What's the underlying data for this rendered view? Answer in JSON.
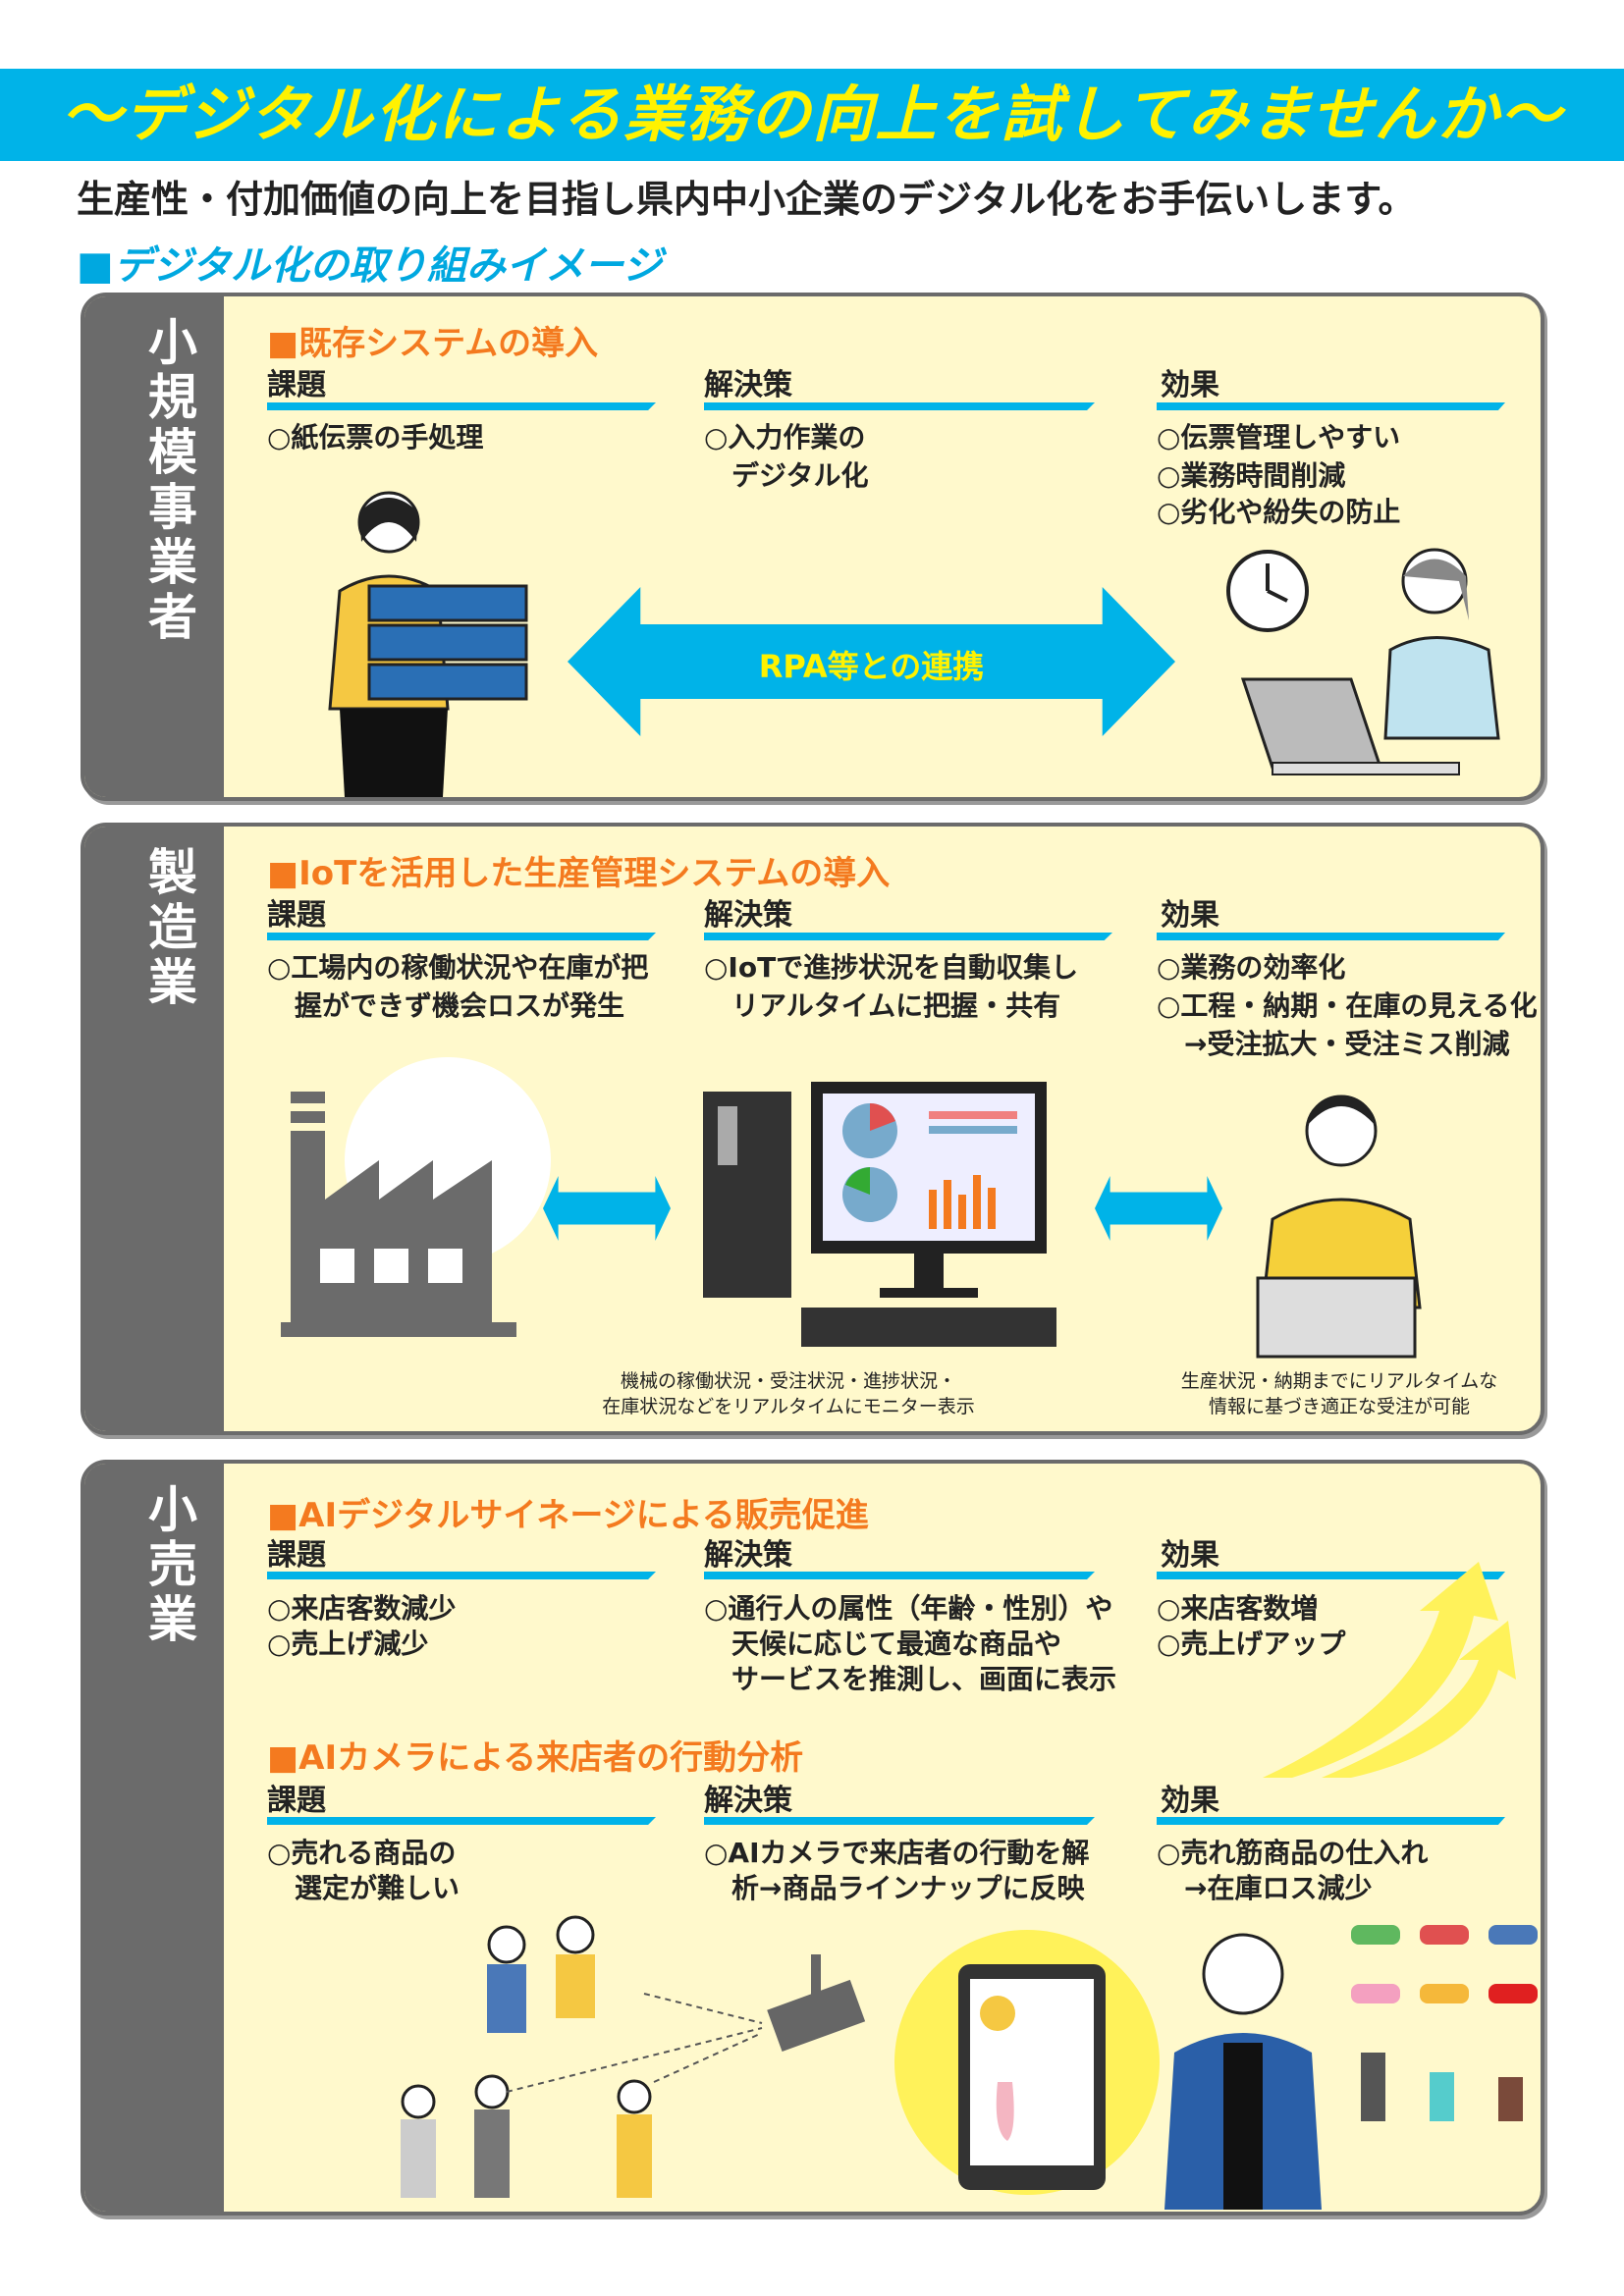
{
  "header": {
    "banner": "～デジタル化による業務の向上を試してみませんか～",
    "subtitle": "生産性・付加価値の向上を目指し県内中小企業のデジタル化をお手伝いします。",
    "section": "■デジタル化の取り組みイメージ"
  },
  "col_labels": {
    "issue": "課題",
    "solution": "解決策",
    "effect": "効果"
  },
  "small": {
    "label": "小規模事業者",
    "title": "■既存システムの導入",
    "issue": [
      "○紙伝票の手処理"
    ],
    "solution": [
      "○入力作業の",
      "　デジタル化"
    ],
    "effect": [
      "○伝票管理しやすい",
      "○業務時間削減",
      "○劣化や紛失の防止"
    ],
    "arrow_text": "RPA等との連携"
  },
  "mfg": {
    "label": "製造業",
    "title": "■IoTを活用した生産管理システムの導入",
    "issue": [
      "○工場内の稼働状況や在庫が把",
      "　握ができず機会ロスが発生"
    ],
    "solution": [
      "○IoTで進捗状況を自動収集し",
      "　リアルタイムに把握・共有"
    ],
    "effect": [
      "○業務の効率化",
      "○工程・納期・在庫の見える化",
      "　→受注拡大・受注ミス削減"
    ],
    "caption_pc": [
      "機械の稼働状況・受注状況・進捗状況・",
      "在庫状況などをリアルタイムにモニター表示"
    ],
    "caption_person": [
      "生産状況・納期までにリアルタイムな",
      "情報に基づき適正な受注が可能"
    ]
  },
  "retail": {
    "label": "小売業",
    "title1": "■AIデジタルサイネージによる販売促進",
    "issue1": [
      "○来店客数減少",
      "○売上げ減少"
    ],
    "solution1": [
      "○通行人の属性（年齢・性別）や",
      "　天候に応じて最適な商品や",
      "　サービスを推測し、画面に表示"
    ],
    "effect1": [
      "○来店客数増",
      "○売上げアップ"
    ],
    "title2": "■AIカメラによる来店者の行動分析",
    "issue2": [
      "○売れる商品の",
      "　選定が難しい"
    ],
    "solution2": [
      "○AIカメラで来店者の行動を解",
      "　析→商品ラインナップに反映"
    ],
    "effect2": [
      "○売れ筋商品の仕入れ",
      "　→在庫ロス減少"
    ]
  },
  "colors": {
    "accent": "#00b3e8",
    "banner_text": "#fff200",
    "title": "#f47a1f",
    "panel": "#fff9cc",
    "strip": "#6b6b6b"
  }
}
